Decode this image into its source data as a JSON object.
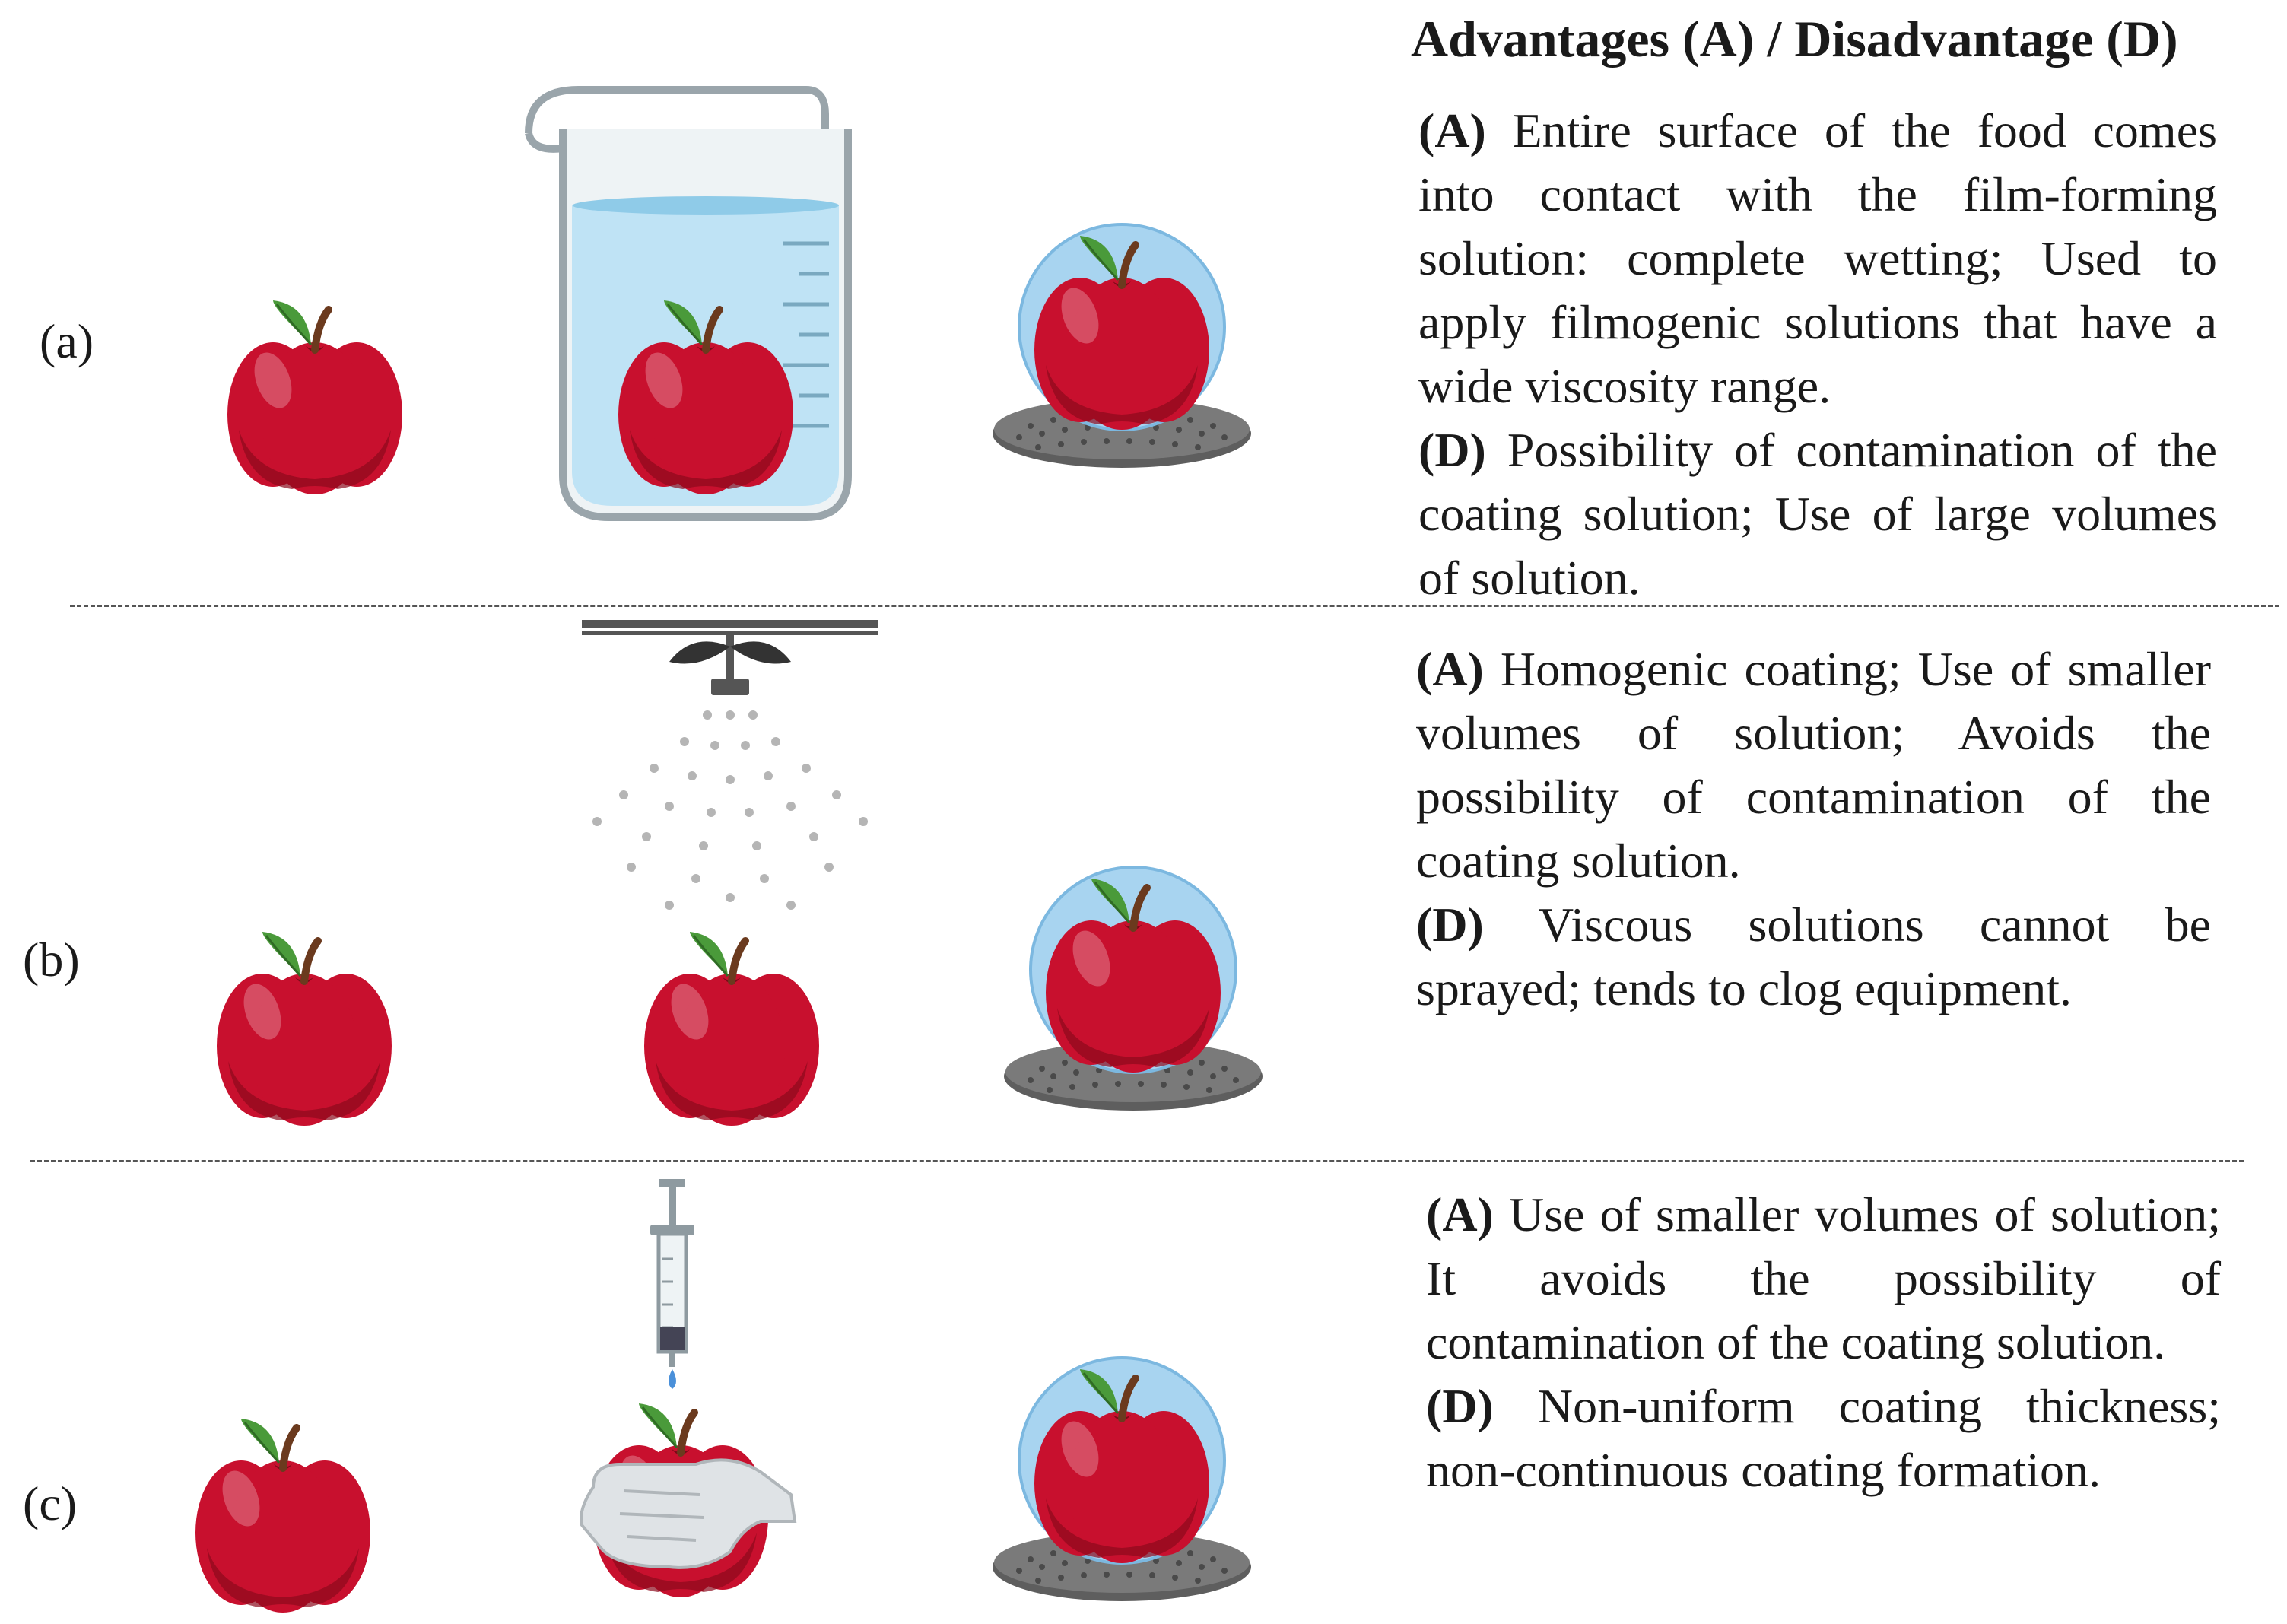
{
  "figure": {
    "heading": "Advantages (A) / Disadvantage (D)",
    "rows": [
      {
        "label": "(a)",
        "advantage_tag": "(A)",
        "advantage": "Entire surface of the food comes into contact with the film-forming solution: complete wetting; Used to apply filmogenic solutions that have a wide viscosity range.",
        "disadvantage_tag": "(D)",
        "disadvantage": "Possibility of contamination of the coating solution; Use of large volumes of solution."
      },
      {
        "label": "(b)",
        "advantage_tag": "(A)",
        "advantage": "Homogenic coating; Use of smaller volumes of solution; Avoids the possibility of contamination of the coating solution.",
        "disadvantage_tag": "(D)",
        "disadvantage": "Viscous solutions cannot be sprayed; tends to clog equipment."
      },
      {
        "label": "(c)",
        "advantage_tag": "(A)",
        "advantage": "Use of smaller volumes of solution; It avoids the possibility of contamination of the coating solution.",
        "disadvantage_tag": "(D)",
        "disadvantage": "Non-uniform coating thickness; non-continuous coating formation."
      }
    ]
  },
  "colors": {
    "apple_red": "#c8102e",
    "apple_dark": "#8c0a1c",
    "leaf_green": "#4a9a3a",
    "stem_brown": "#6b3a1e",
    "coating_blue": "#a8d4f0",
    "liquid_blue": "#bfe3f5",
    "rack_gray": "#707070",
    "glove_gray": "#dfe3e6",
    "spray_gray": "#b5b5b5"
  },
  "icons": [
    "apple-icon",
    "beaker-icon",
    "spray-nozzle-icon",
    "syringe-icon",
    "gloved-hand-icon",
    "rack-icon",
    "coating-bubble-icon"
  ]
}
